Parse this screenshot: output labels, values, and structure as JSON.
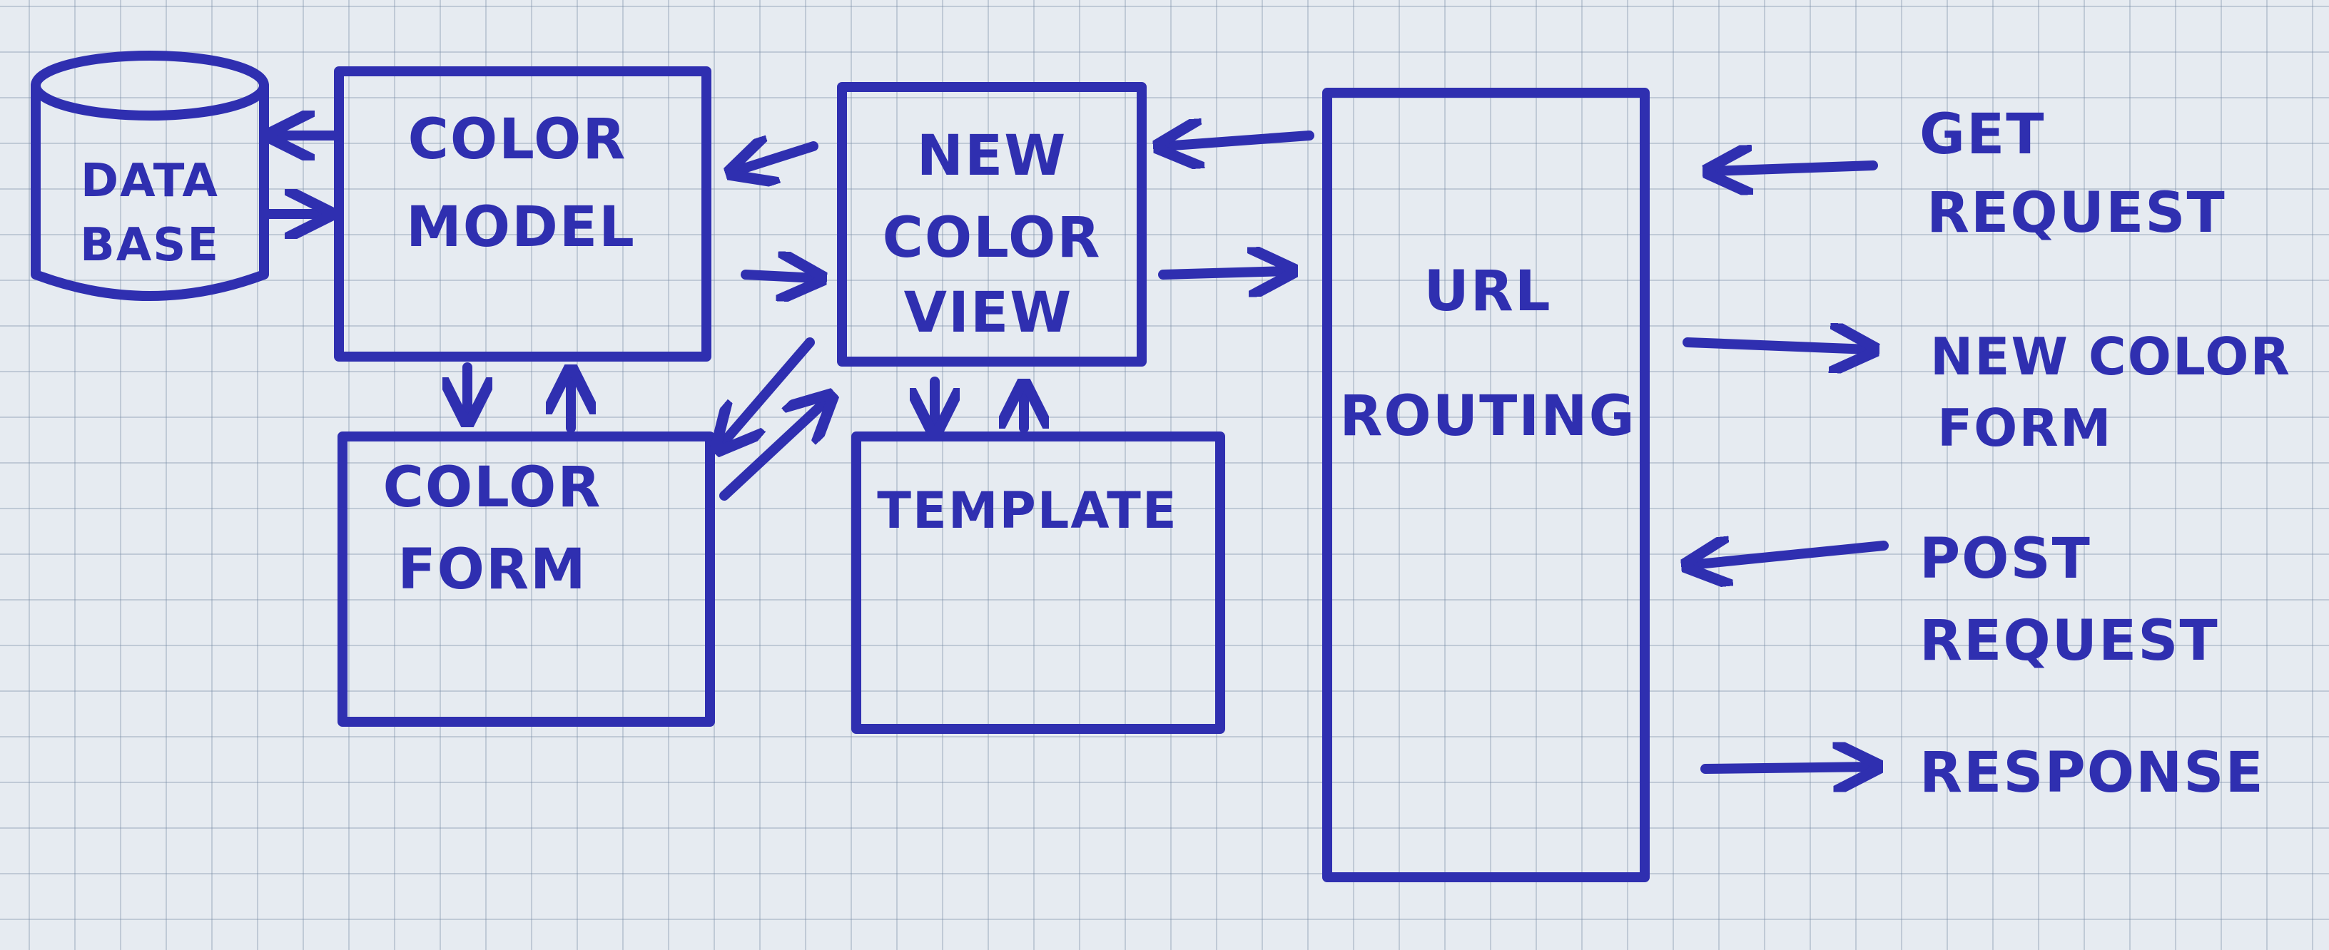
{
  "colors": {
    "ink": "#2f2fb0",
    "paper": "#e6ebf1",
    "grid": "#8ea0b5"
  },
  "nodes": {
    "database": {
      "line1": "DATA",
      "line2": "BASE"
    },
    "color_model": {
      "line1": "COLOR",
      "line2": "MODEL"
    },
    "new_color_view": {
      "line1": "NEW",
      "line2": "COLOR",
      "line3": "VIEW"
    },
    "color_form": {
      "line1": "COLOR",
      "line2": "FORM"
    },
    "template": {
      "line1": "TEMPLATE"
    },
    "url_routing": {
      "line1": "URL",
      "line2": "ROUTING"
    }
  },
  "external": {
    "get_request": {
      "line1": "GET",
      "line2": "REQUEST"
    },
    "new_color_form": {
      "line1": "NEW COLOR",
      "line2": "FORM"
    },
    "post_request": {
      "line1": "POST",
      "line2": "REQUEST"
    },
    "response": {
      "line1": "RESPONSE"
    }
  }
}
